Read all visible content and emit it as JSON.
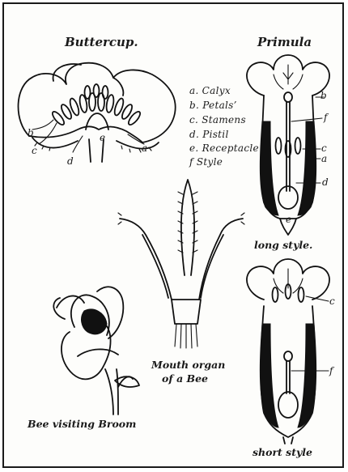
{
  "figures": {
    "buttercup": {
      "title": "Buttercup.",
      "letters": {
        "b": "b",
        "c": "c",
        "d": "d",
        "e": "e",
        "a": "a"
      }
    },
    "primula_long": {
      "title": "Primula",
      "letters": {
        "b": "b",
        "f": "f",
        "c": "c",
        "a": "a",
        "d": "d",
        "e": "e"
      },
      "caption": "long style."
    },
    "primula_short": {
      "letters": {
        "c": "c",
        "f": "f"
      },
      "caption": "short style"
    },
    "bee_mouth": {
      "caption_line1": "Mouth organ",
      "caption_line2": "of a Bee"
    },
    "bee_broom": {
      "caption": "Bee visiting Broom"
    }
  },
  "key": [
    "a. Calyx",
    "b. Petals’",
    "c. Stamens",
    "d. Pistil",
    "e. Receptacle",
    "f  Style"
  ]
}
